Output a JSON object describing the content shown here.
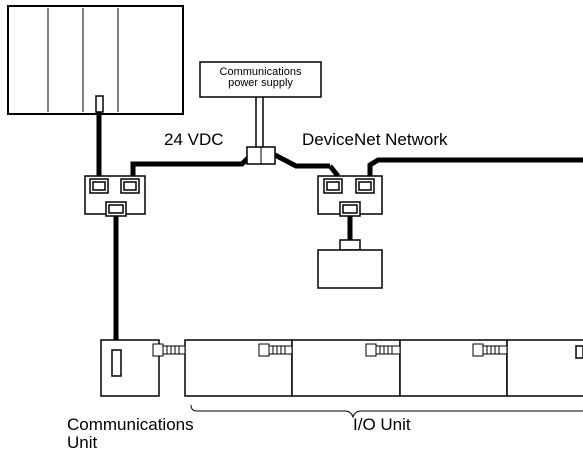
{
  "labels": {
    "power_supply_line1": "Communications",
    "power_supply_line2": "power supply",
    "voltage": "24 VDC",
    "network": "DeviceNet Network",
    "comm_unit_line1": "Communications",
    "comm_unit_line2": "Unit",
    "io_unit": "I/O Unit"
  },
  "colors": {
    "line": "#000000",
    "background": "#ffffff"
  }
}
